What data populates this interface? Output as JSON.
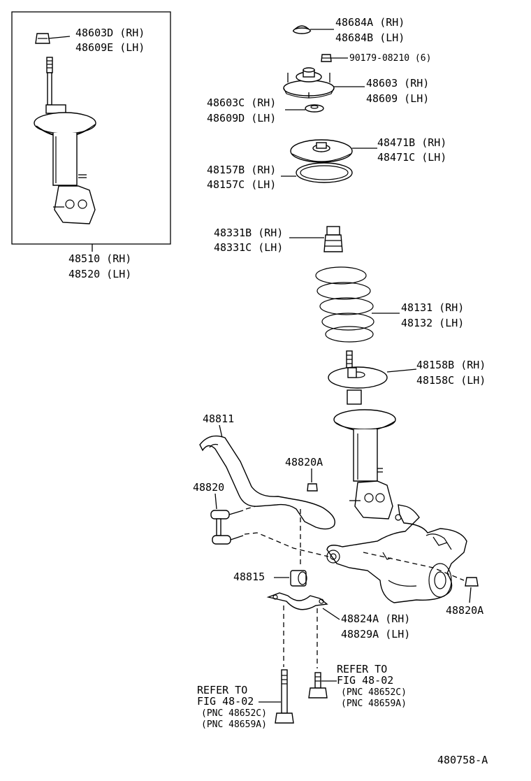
{
  "diagram_id": "480758-A",
  "labels": {
    "l01": "48684A (RH)",
    "l02": "48684B (LH)",
    "l03": "90179-08210 (6)",
    "l04": "48603 (RH)",
    "l05": "48609 (LH)",
    "l06": "48603C (RH)",
    "l07": "48609D (LH)",
    "l08": "48471B (RH)",
    "l09": "48471C (LH)",
    "l10": "48157B (RH)",
    "l11": "48157C (LH)",
    "l12": "48331B (RH)",
    "l13": "48331C (LH)",
    "l14": "48131 (RH)",
    "l15": "48132 (LH)",
    "l16": "48158B (RH)",
    "l17": "48158C (LH)",
    "l18": "48811",
    "l19": "48820A",
    "l20": "48820",
    "l21": "48815",
    "l22": "48820A",
    "l23": "48824A (RH)",
    "l24": "48829A (LH)",
    "l25": "48603D (RH)",
    "l26": "48609E (LH)",
    "l27": "48510 (RH)",
    "l28": "48520 (LH)"
  },
  "references": {
    "left": [
      "REFER TO",
      "FIG 48-02",
      "(PNC 48652C)",
      "(PNC 48659A)"
    ],
    "right": [
      "REFER TO",
      "FIG 48-02",
      "(PNC 48652C)",
      "(PNC 48659A)"
    ]
  }
}
